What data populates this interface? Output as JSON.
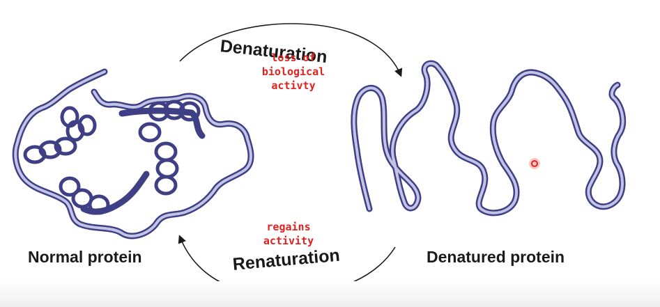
{
  "labels": {
    "normal_protein": "Normal protein",
    "denatured_protein": "Denatured protein",
    "denaturation": "Denaturation",
    "renaturation": "Renaturation",
    "denaturation_effect": "loss of\nbiological\nactivty",
    "renaturation_effect": "regains\nactivity"
  },
  "colors": {
    "ribbon_dark": "#3f3f86",
    "ribbon_light": "#c3c3e6",
    "annotation_red": "#e0221e",
    "text_black": "#1a1a1a"
  }
}
